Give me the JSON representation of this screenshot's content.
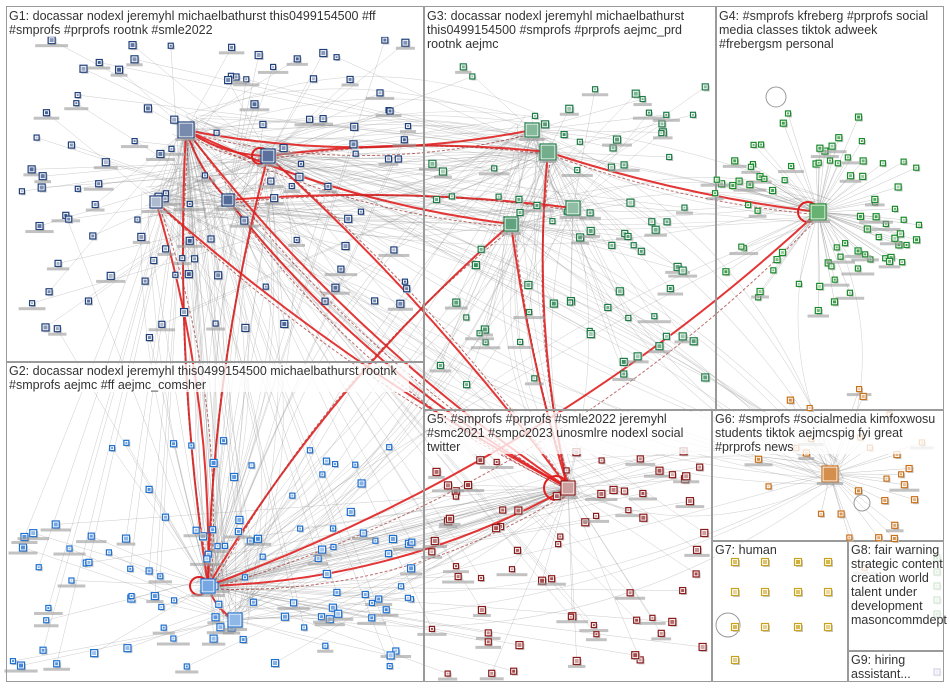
{
  "graph": {
    "groups": [
      {
        "id": "G1",
        "label": "G1: docassar nodexl jeremyhl michaelbathurst this0499154500 #ff #smprofs #prprofs rootnk #smle2022",
        "accent": "#1f3f7a"
      },
      {
        "id": "G2",
        "label": "G2: docassar nodexl jeremyhl this0499154500 michaelbathurst rootnk #smprofs aejmc #ff aejmc_comsher",
        "accent": "#1e6fcf"
      },
      {
        "id": "G3",
        "label": "G3: docassar nodexl jeremyhl michaelbathurst this0499154500 #smprofs #prprofs aejmc_prd rootnk aejmc",
        "accent": "#1c7a45"
      },
      {
        "id": "G4",
        "label": "G4: #smprofs kfreberg #prprofs social media classes tiktok adweek #frebergsm personal",
        "accent": "#1a8a2a"
      },
      {
        "id": "G5",
        "label": "G5: #smprofs #prprofs #smle2022 jeremyhl #smc2021 #smpc2023 unosmlre nodexl social twitter",
        "accent": "#8a1a1a"
      },
      {
        "id": "G6",
        "label": "G6: #smprofs #socialmedia kimfoxwosu students tiktok aejmcspig fyi great #prprofs news",
        "accent": "#c9701a"
      },
      {
        "id": "G7",
        "label": "G7: human",
        "accent": "#c9a11a"
      },
      {
        "id": "G8",
        "label": "G8: fair warning strategic content creation world talent under development masoncommdept",
        "accent": "#3a8a3a"
      },
      {
        "id": "G9",
        "label": "G9: hiring assistant...",
        "accent": "#3a3a8a"
      }
    ],
    "colors": {
      "edge_gray": "#8c8c8c",
      "edge_red": "#e02020",
      "edge_darkred": "#a03030",
      "g1_node": "#1f3f7a",
      "g2_node": "#1e6fcf",
      "g3_node": "#1c7a45",
      "g4_node": "#1a8a2a",
      "g5_node": "#8a1a1a",
      "g6_node": "#c9701a",
      "g7_node": "#c9a11a",
      "g8_node": "#3a8a3a",
      "g9_node": "#3a3a8a"
    }
  }
}
